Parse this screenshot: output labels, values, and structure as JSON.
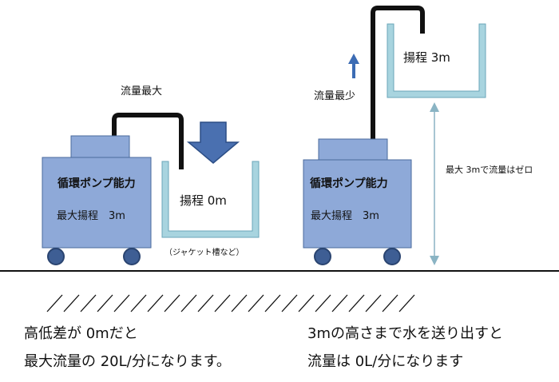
{
  "left": {
    "flow_label": "流量最大",
    "pump_title": "循環ポンプ能力",
    "pump_spec": "最大揚程　3m",
    "tank_label": "揚程 0m",
    "tank_caption": "（ジャケット槽など）"
  },
  "right": {
    "flow_label": "流量最少",
    "pump_title": "循環ポンプ能力",
    "pump_spec": "最大揚程　3m",
    "tank_label": "揚程 3m",
    "height_note": "最大 3mで流量はゼロ"
  },
  "notes": {
    "left_line1": "高低差が 0mだと",
    "left_line2": "最大流量の 20L/分になります。",
    "right_line1": "3mの高さまで水を送り出すと",
    "right_line2": "流量は 0L/分になります"
  },
  "colors": {
    "pump_body": "#8ea9d8",
    "pump_stroke": "#4a6a9c",
    "tank_wall": "#a8d4df",
    "big_arrow": "#4a70b0",
    "small_arrow": "#3c6cb4",
    "wheel": "#3e5e94",
    "pipe": "#111111"
  }
}
